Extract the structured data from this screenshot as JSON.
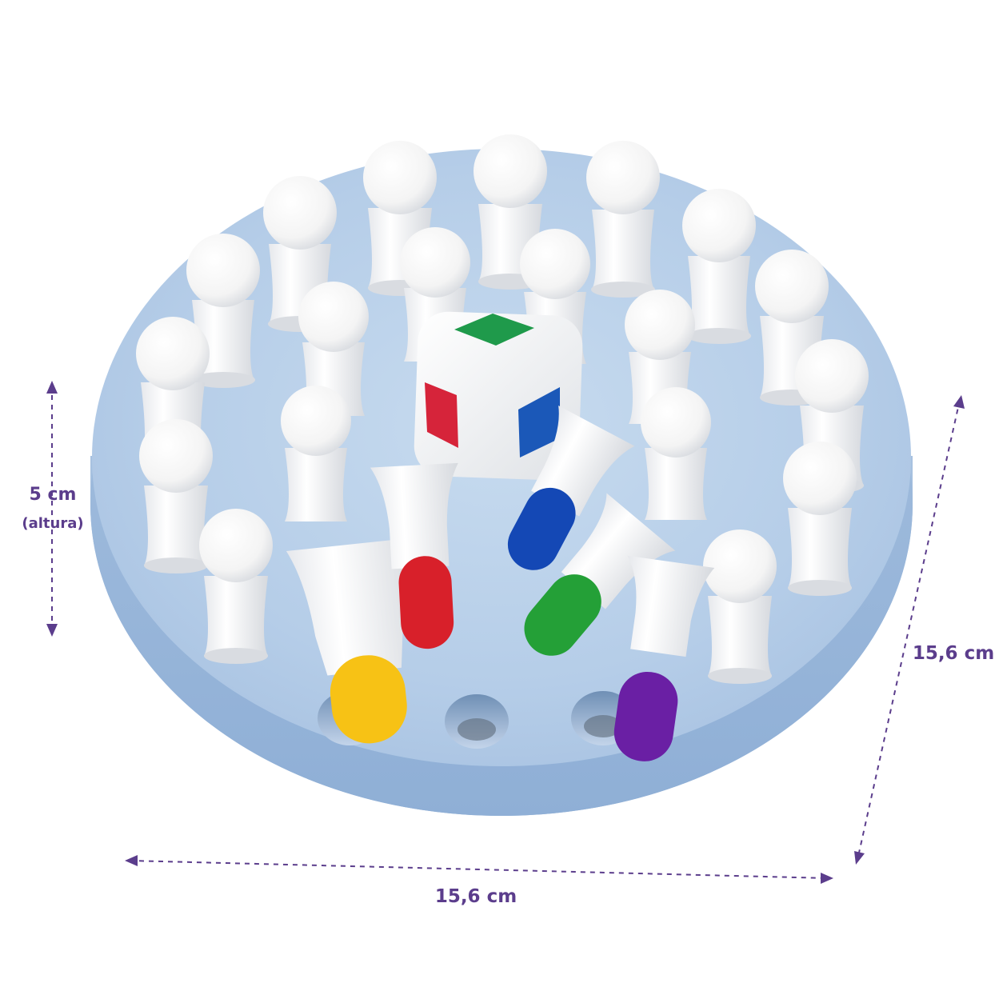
{
  "dimensions": {
    "height": "5 cm",
    "height_note": "(altura)",
    "depth": "15,6 cm",
    "width": "15,6 cm"
  },
  "colors": {
    "dimension_line": "#5b3d8c",
    "board": "#b6cde6",
    "peg_white": "#ffffff",
    "die_face_top": "#1f9a4b",
    "die_face_left": "#d6243a",
    "die_face_right": "#1b58b8",
    "peg_yellow": "#f7c215",
    "peg_red": "#d8202a",
    "peg_blue": "#1448b5",
    "peg_green": "#24a037",
    "peg_purple": "#6a1fa4"
  }
}
